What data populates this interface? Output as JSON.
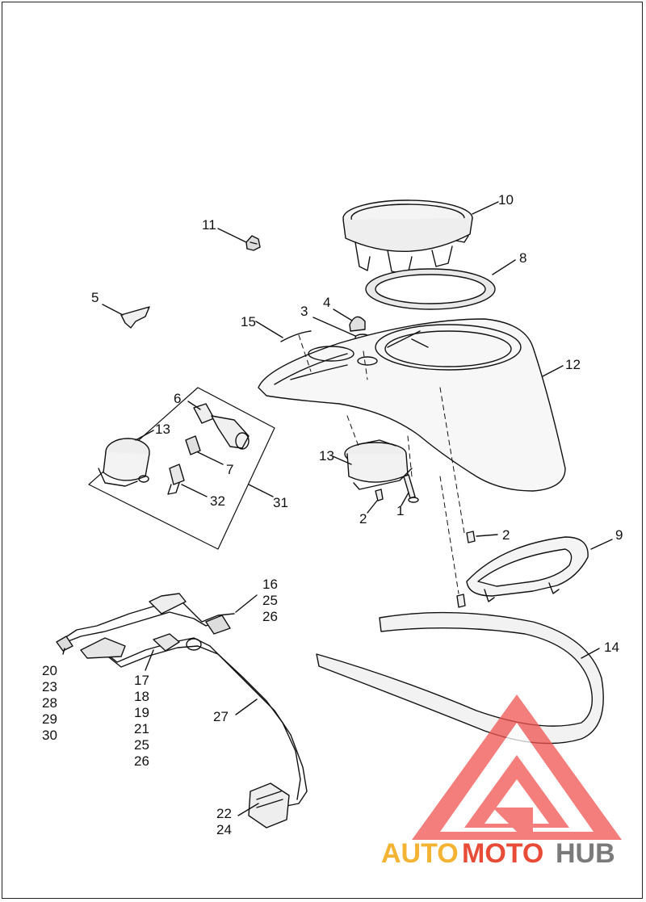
{
  "callouts": {
    "c1": "1",
    "c2a": "2",
    "c2b": "2",
    "c3": "3",
    "c4": "4",
    "c5": "5",
    "c6": "6",
    "c7": "7",
    "c8": "8",
    "c9": "9",
    "c10": "10",
    "c11": "11",
    "c12": "12",
    "c13a": "13",
    "c13b": "13",
    "c14": "14",
    "c15": "15",
    "c27": "27",
    "c31": "31",
    "c32": "32",
    "group_a": [
      "16",
      "25",
      "26"
    ],
    "group_b": [
      "20",
      "23",
      "28",
      "29",
      "30"
    ],
    "group_c": [
      "17",
      "18",
      "19",
      "21",
      "25",
      "26"
    ],
    "group_d": [
      "22",
      "24"
    ]
  },
  "watermark": {
    "part1": "AUTO",
    "part2": "MOTO",
    "part3": "HUB",
    "color1": "#f5b333",
    "color2": "#e84b36",
    "color3": "#7a7a7a",
    "logo_color": "#ef5350"
  }
}
